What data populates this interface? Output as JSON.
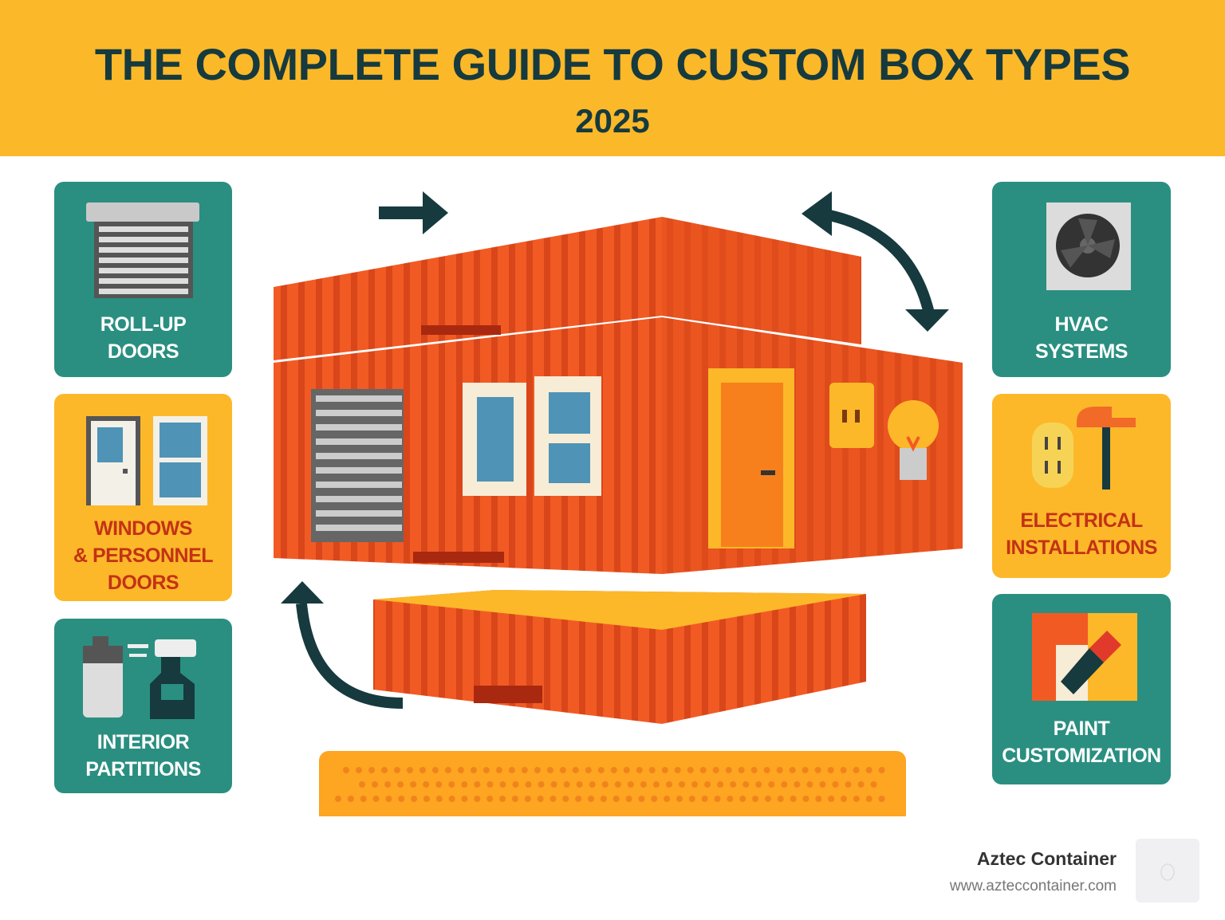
{
  "header": {
    "title": "THE COMPLETE GUIDE TO CUSTOM BOX TYPES",
    "year": "2025"
  },
  "left_cards": [
    {
      "label": "ROLL-UP\nDOORS",
      "icon": "roll-up-door-icon"
    },
    {
      "label": "WINDOWS\n& PERSONNEL\nDOORS",
      "icon": "window-door-icon"
    },
    {
      "label": "INTERIOR\nPARTITIONS",
      "icon": "spray-bottle-icon"
    }
  ],
  "right_cards": [
    {
      "label": "HVAC\nSYSTEMS",
      "icon": "ac-unit-icon"
    },
    {
      "label": "ELECTRICAL\nINSTALLATIONS",
      "icon": "outlet-hammer-icon"
    },
    {
      "label": "PAINT\nCUSTOMIZATION",
      "icon": "paintbrush-icon"
    }
  ],
  "brand": {
    "name": "Aztec Container",
    "url": "www.azteccontainer.com"
  },
  "colors": {
    "header": "#fbb829",
    "teal": "#2a8f80",
    "yellow": "#fcb829",
    "container": "#f25a24",
    "title": "#163a3e"
  }
}
